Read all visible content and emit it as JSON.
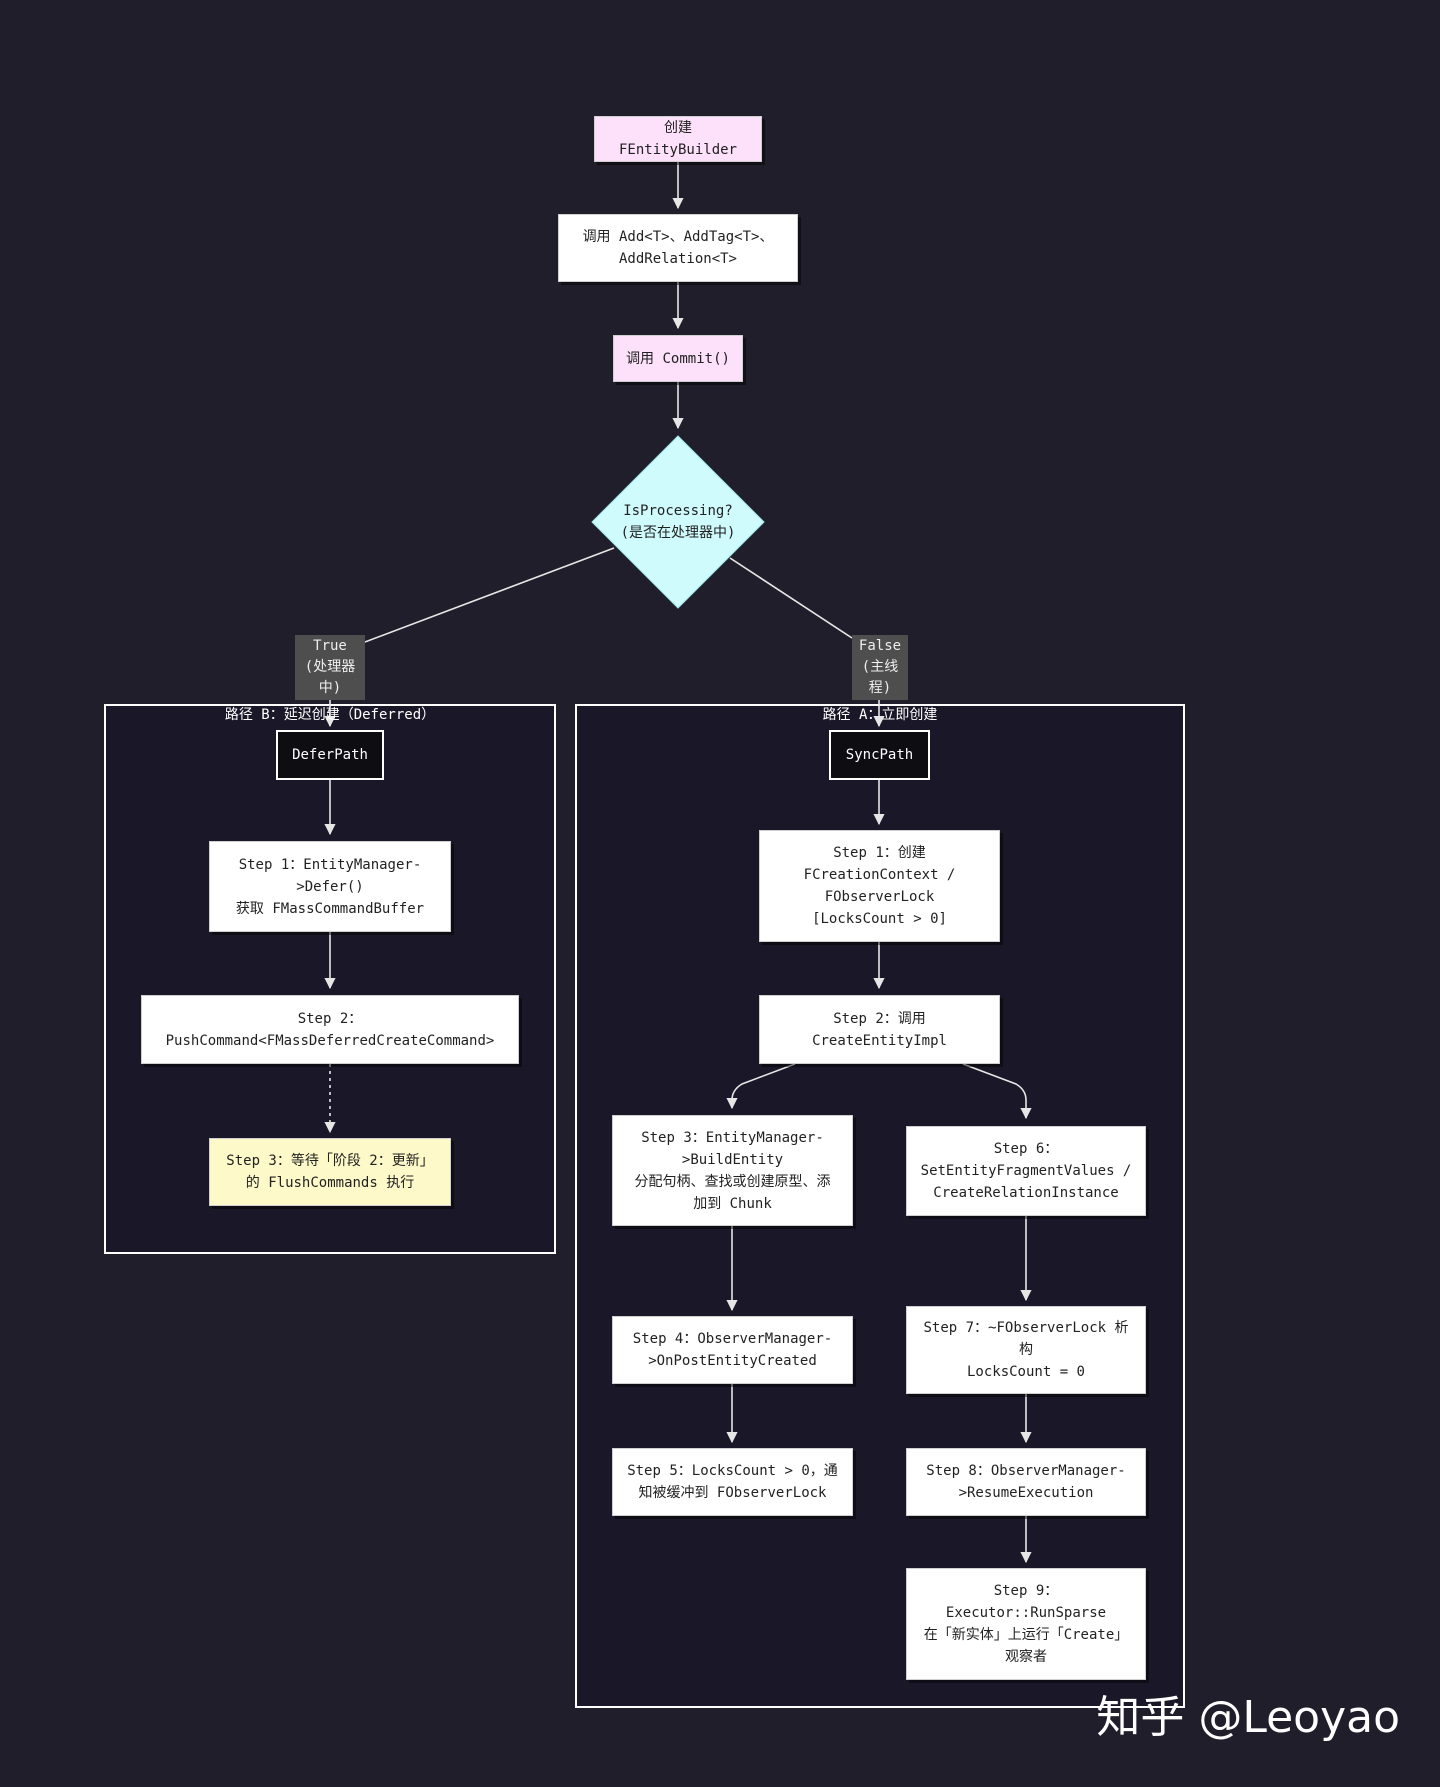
{
  "nodes": {
    "create_builder": "创建 FEntityBuilder",
    "call_add": "调用 Add<T>、AddTag<T>、\nAddRelation<T>",
    "call_commit": "调用 Commit()",
    "decision": "IsProcessing?\n(是否在处理器中)",
    "defer_path": "DeferPath",
    "b_step1": "Step 1：EntityManager-\n>Defer()\n获取 FMassCommandBuffer",
    "b_step2": "Step 2：\nPushCommand<FMassDeferredCreateCommand>",
    "b_step3": "Step 3：等待「阶段 2：更新」\n的 FlushCommands 执行",
    "sync_path": "SyncPath",
    "a_step1": "Step 1：创建\nFCreationContext /\nFObserverLock\n[LocksCount > 0]",
    "a_step2": "Step 2：调用\nCreateEntityImpl",
    "a_step3": "Step 3：EntityManager-\n>BuildEntity\n分配句柄、查找或创建原型、添\n加到 Chunk",
    "a_step4": "Step 4：ObserverManager-\n>OnPostEntityCreated",
    "a_step5": "Step 5：LocksCount > 0，通\n知被缓冲到 FObserverLock",
    "a_step6": "Step 6：\nSetEntityFragmentValues /\nCreateRelationInstance",
    "a_step7": "Step 7：~FObserverLock 析\n构\nLocksCount = 0",
    "a_step8": "Step 8：ObserverManager-\n>ResumeExecution",
    "a_step9": "Step 9：\nExecutor::RunSparse\n在「新实体」上运行「Create」\n观察者"
  },
  "edge_labels": {
    "true_branch": "True\n(处理器中)",
    "false_branch": "False\n(主线程)"
  },
  "groups": {
    "path_b": "路径 B：延迟创建（Deferred）",
    "path_a": "路径 A：立即创建"
  },
  "watermark": "知乎 @Leoyao",
  "colors": {
    "background": "#201e2a",
    "group_background": "#1a1828",
    "start_fill": "#fde0f9",
    "decision_fill": "#cffbfd",
    "deferred_fill": "#fdf9c8",
    "edge": "#e6e6e6"
  }
}
